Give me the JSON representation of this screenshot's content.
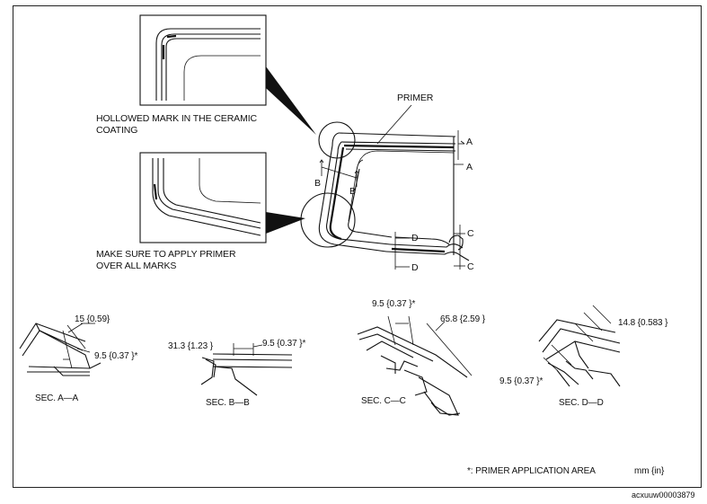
{
  "diagram": {
    "callout_primer": "PRIMER",
    "callout_hollowed_1": "HOLLOWED MARK IN THE CERAMIC",
    "callout_hollowed_2": "COATING",
    "callout_make_sure_1": "MAKE SURE TO APPLY PRIMER",
    "callout_make_sure_2": "OVER ALL MARKS",
    "section_markers": {
      "a": "A",
      "b": "B",
      "c": "C",
      "d": "D"
    },
    "sections": [
      {
        "name": "SEC. A—A",
        "dims": [
          "15 {0.59}",
          "9.5 {0.37 }*"
        ]
      },
      {
        "name": "SEC. B—B",
        "dims": [
          "31.3 {1.23 }",
          "9.5 {0.37 }*"
        ]
      },
      {
        "name": "SEC. C—C",
        "dims": [
          "9.5 {0.37 }*",
          "65.8 {2.59 }"
        ]
      },
      {
        "name": "SEC. D—D",
        "dims": [
          "14.8 {0.583 }",
          "9.5 {0.37 }*"
        ]
      }
    ],
    "legend": "*: PRIMER APPLICATION AREA",
    "units": "mm {in}",
    "figure_code": "acxuuw00003879"
  }
}
